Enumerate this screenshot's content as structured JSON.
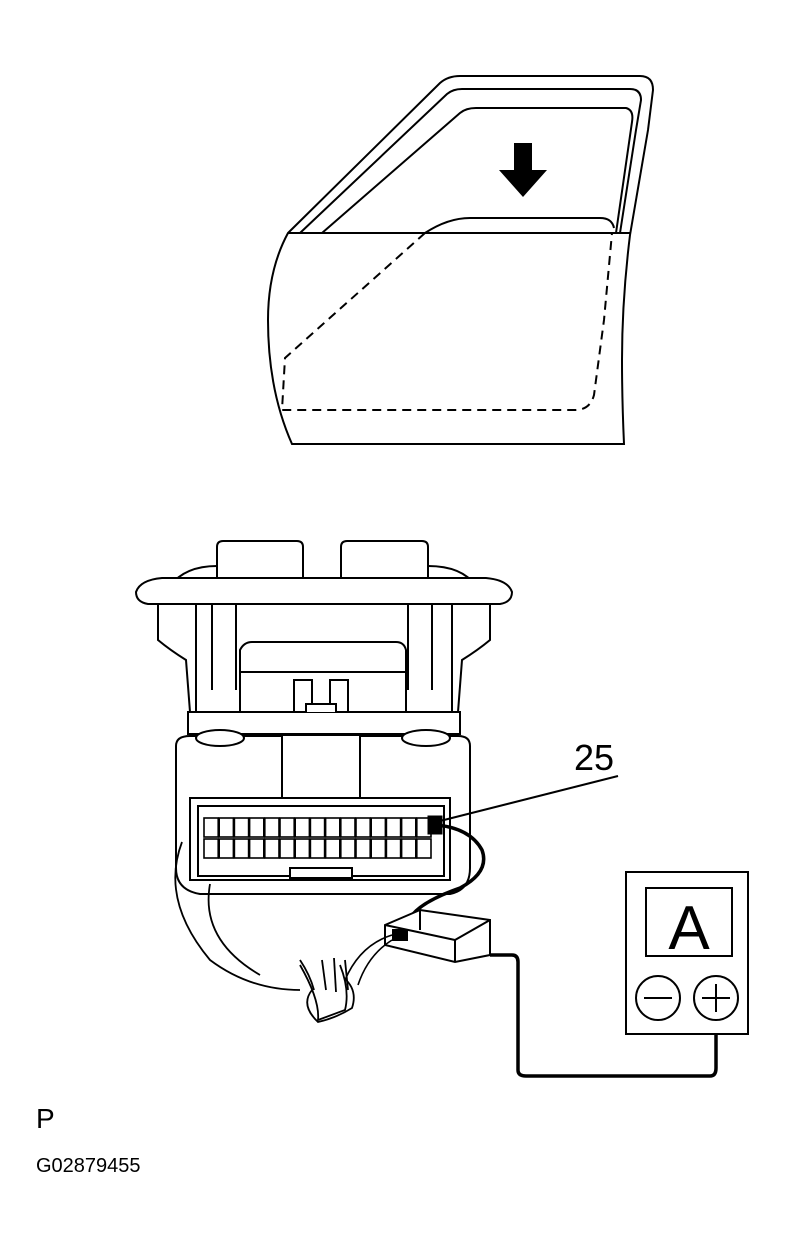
{
  "labels": {
    "terminal_number": "25",
    "meter_letter": "A",
    "view_code": "P",
    "figure_id": "G02879455"
  },
  "icons": {
    "direction": "down-arrow-icon",
    "meter_minus": "minus-terminal-icon",
    "meter_plus": "plus-terminal-icon"
  },
  "colors": {
    "line": "#000000",
    "background": "#ffffff"
  }
}
